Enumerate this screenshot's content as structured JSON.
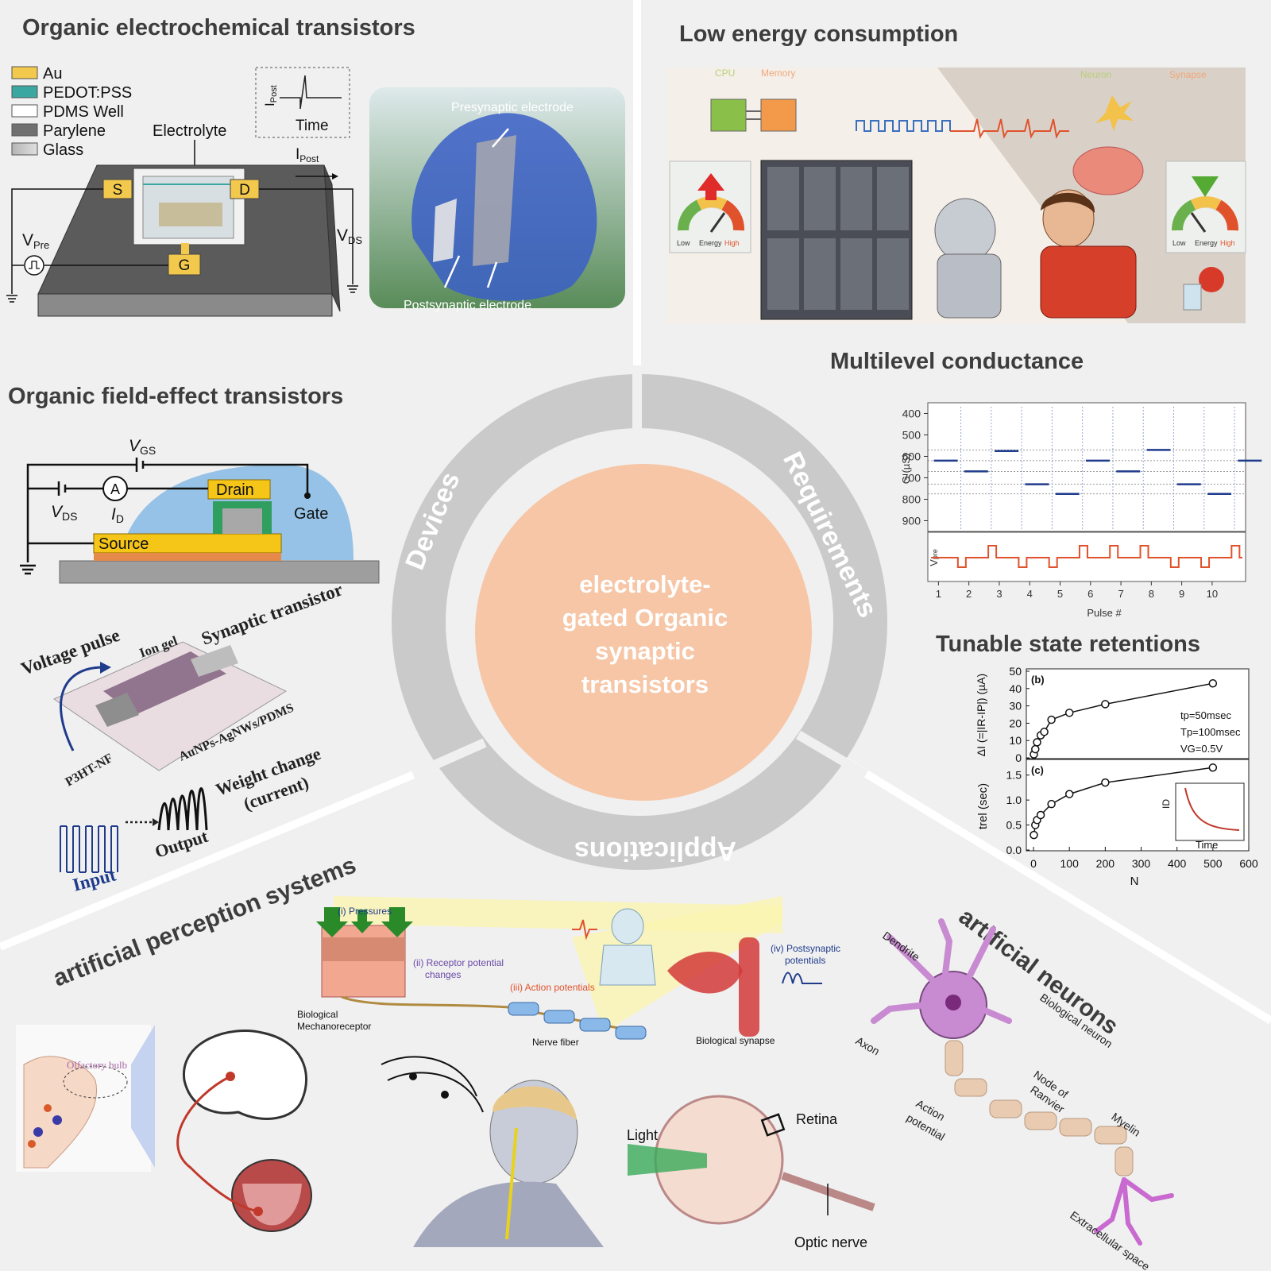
{
  "center": {
    "line1": "electrolyte-",
    "line2": "gated Organic",
    "line3": "synaptic",
    "line4": "transistors"
  },
  "ring": {
    "devices": "Devices",
    "requirements": "Requirements",
    "applications": "Applications"
  },
  "sections": {
    "oect": "Organic electrochemical transistors",
    "low_energy": "Low energy consumption",
    "multilevel": "Multilevel conductance",
    "ofet": "Organic field-effect transistors",
    "retention": "Tunable state retentions",
    "perception": "artificial perception systems",
    "neurons": "artificial neurons"
  },
  "oect": {
    "legend": [
      "Au",
      "PEDOT:PSS",
      "PDMS Well",
      "Parylene",
      "Glass"
    ],
    "legend_colors": [
      "#f2c94c",
      "#3aa8a0",
      "#ffffff",
      "#707070",
      "#c8c8c8"
    ],
    "electrolyte": "Electrolyte",
    "time": "Time",
    "ipost": "IPost",
    "ipost_main": "I",
    "ipost_sub": "Post",
    "vpre_main": "V",
    "vpre_sub": "Pre",
    "vds_main": "V",
    "vds_sub": "DS",
    "s": "S",
    "d": "D",
    "g": "G",
    "photo_pre": "Presynaptic electrode",
    "photo_post": "Postsynaptic electrode"
  },
  "energy": {
    "cpu": "CPU",
    "memory": "Memory",
    "neuron": "Neuron",
    "synapse": "Synapse",
    "gauge_low": "Low",
    "gauge_energy": "Energy",
    "gauge_high": "High"
  },
  "ofet": {
    "vgs_main": "V",
    "vgs_sub": "GS",
    "vds_main": "V",
    "vds_sub": "DS",
    "id_main": "I",
    "id_sub": "D",
    "a": "A",
    "drain": "Drain",
    "gate": "Gate",
    "source": "Source"
  },
  "synaptic": {
    "voltage_pulse": "Voltage pulse",
    "ion_gel": "Ion gel",
    "synaptic_transistor": "Synaptic transistor",
    "electrode": "AuNPs-AgNWs/PDMS",
    "p3ht": "P3HT-NF",
    "weight": "Weight change",
    "current": "(current)",
    "output": "Output",
    "input": "Input"
  },
  "perception": {
    "pressures": "(i) Pressures",
    "receptor": "(ii) Receptor potential",
    "changes": "changes",
    "action": "(iii) Action potentials",
    "post": "(iv) Postsynaptic",
    "potentials": "potentials",
    "bio_mech": "Biological",
    "mechanoreceptor": "Mechanoreceptor",
    "nerve_fiber": "Nerve fiber",
    "bio_synapse": "Biological synapse",
    "olfactory": "Olfactory bulb",
    "light": "Light",
    "retina": "Retina",
    "optic_nerve": "Optic nerve"
  },
  "neuron": {
    "dendrite": "Dendrite",
    "bio_neuron": "Biological neuron",
    "axon": "Axon",
    "node": "Node of",
    "ranvier": "Ranvier",
    "action": "Action",
    "potential": "potential",
    "myelin": "Myelin",
    "extracellular": "Extracellular space"
  },
  "colors": {
    "center": "#f5c4a3",
    "ring": "#c9c9c9",
    "text_white": "#ffffff",
    "accent_blue": "#1f3b8c",
    "accent_red": "#e0522b"
  },
  "chart_data": [
    {
      "type": "line",
      "title": "Multilevel conductance",
      "ylabel": "G (µS)",
      "xlabel": "Pulse #",
      "y_ticks": [
        400,
        500,
        600,
        700,
        800,
        900
      ],
      "ylim": [
        950,
        350
      ],
      "x_ticks": [
        1,
        2,
        3,
        4,
        5,
        6,
        7,
        8,
        9,
        10
      ],
      "xlim": [
        0.65,
        11.1
      ],
      "levels": [
        {
          "x": 0.9,
          "y": 620
        },
        {
          "x": 1.9,
          "y": 670
        },
        {
          "x": 2.9,
          "y": 575
        },
        {
          "x": 3.9,
          "y": 730
        },
        {
          "x": 4.9,
          "y": 775
        },
        {
          "x": 5.9,
          "y": 620
        },
        {
          "x": 6.9,
          "y": 670
        },
        {
          "x": 7.9,
          "y": 570
        },
        {
          "x": 8.9,
          "y": 730
        },
        {
          "x": 9.9,
          "y": 775
        },
        {
          "x": 10.9,
          "y": 620
        }
      ],
      "lower_panel_label": "Vpre",
      "lower_label_main": "V",
      "lower_label_sub": "pre"
    },
    {
      "type": "scatter",
      "panel": "(b)",
      "ylabel": "ΔI (=|IR-IP|) (µA)",
      "ylim": [
        0,
        50
      ],
      "y_ticks": [
        0,
        10,
        20,
        30,
        40,
        50
      ],
      "xlim": [
        -20,
        600
      ],
      "x": [
        1,
        5,
        10,
        20,
        30,
        50,
        100,
        200,
        500
      ],
      "y": [
        2,
        5,
        9,
        13,
        15,
        22,
        26,
        31,
        43
      ],
      "annotations": [
        "tp=50msec",
        "Tp=100msec",
        "VG=0.5V"
      ]
    },
    {
      "type": "scatter",
      "panel": "(c)",
      "ylabel": "trel (sec)",
      "ylim": [
        0,
        1.75
      ],
      "y_ticks": [
        0.0,
        0.5,
        1.0,
        1.5
      ],
      "xlim": [
        -20,
        600
      ],
      "x_ticks": [
        0,
        100,
        200,
        300,
        400,
        500,
        600
      ],
      "xlabel": "N",
      "x": [
        1,
        5,
        10,
        20,
        50,
        100,
        200,
        500
      ],
      "y": [
        0.3,
        0.5,
        0.6,
        0.7,
        0.92,
        1.12,
        1.35,
        1.65
      ],
      "inset_xlabel": "Time",
      "inset_ylabel": "ID"
    }
  ]
}
